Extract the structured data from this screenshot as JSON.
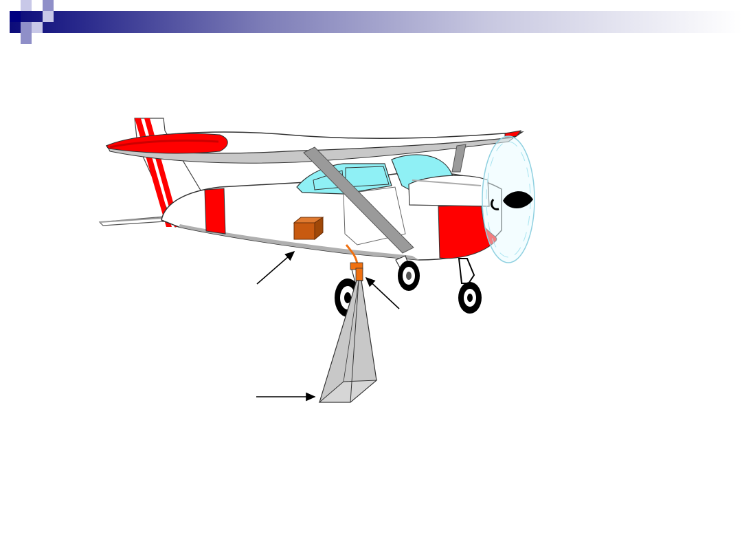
{
  "slide": {
    "colors": {
      "title_bar_start": "#0b0b7a",
      "title_bar_end": "#ffffff",
      "fuselage": "#ffffff",
      "accent_red": "#ff0000",
      "strut_gray": "#9a9a9a",
      "window_cyan": "#8ff0f5",
      "tie_down_orange": "#f07010",
      "cargo_box": "#c85a10",
      "cone_gray": "#c8c8c8"
    },
    "icons": [
      "airplane-illustration",
      "weighing-stand",
      "arrow-pointer"
    ]
  }
}
